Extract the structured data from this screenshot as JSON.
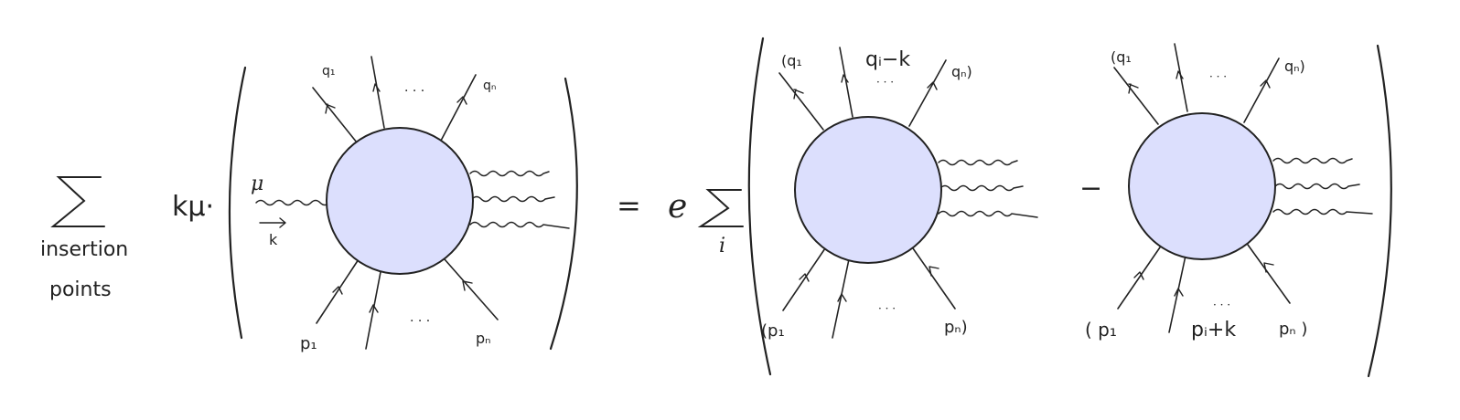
{
  "sum_label_1": "insertion",
  "sum_label_2": "points",
  "k_mu": "kμ·",
  "mu": "μ",
  "k": "k",
  "equals": "=",
  "e": "e",
  "i_index": "i",
  "minus": "−",
  "dots": "· · ·",
  "diagrams": {
    "lhs": {
      "top_first": "q₁",
      "top_last": "qₙ",
      "bottom_first": "p₁",
      "bottom_last": "pₙ"
    },
    "rhs1": {
      "top_first": "(q₁",
      "top_mid": "qᵢ−k",
      "top_last": "qₙ)",
      "bottom_first": "(p₁",
      "bottom_last": "pₙ)"
    },
    "rhs2": {
      "top_first": "(q₁",
      "top_last": "qₙ)",
      "bottom_first": "( p₁",
      "bottom_mid": "pᵢ+k",
      "bottom_last": "pₙ )"
    }
  }
}
